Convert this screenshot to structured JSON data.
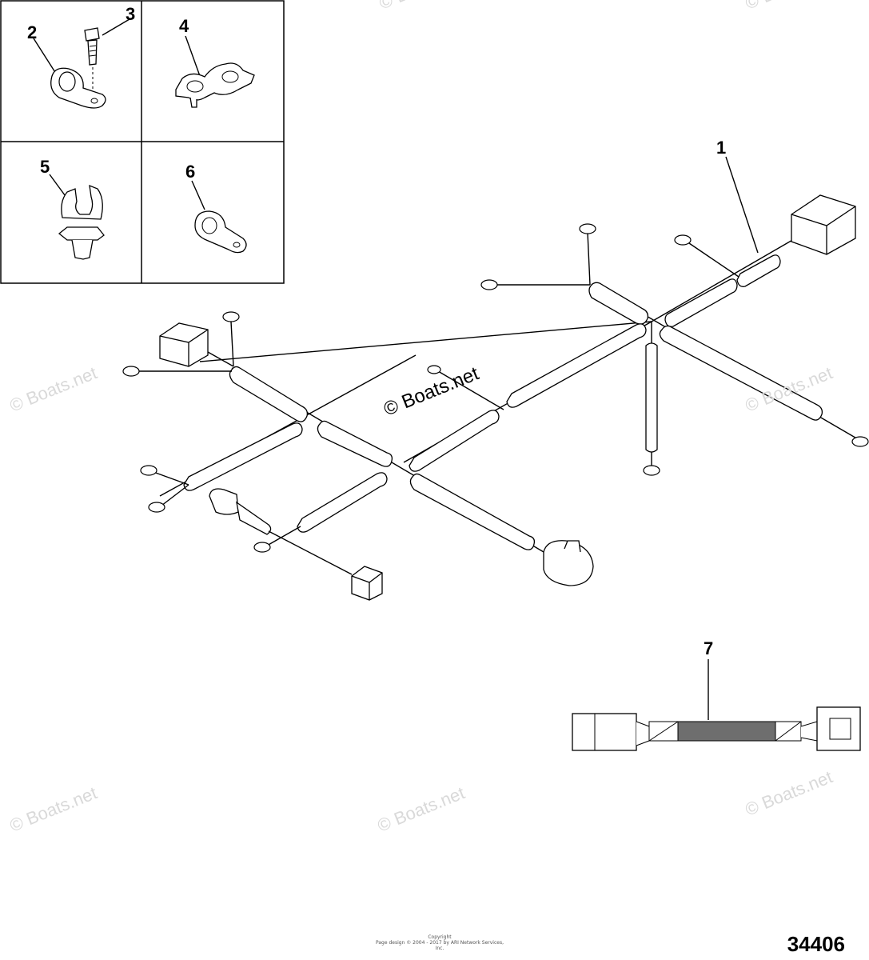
{
  "diagram": {
    "callouts": {
      "c1": "1",
      "c2": "2",
      "c3": "3",
      "c4": "4",
      "c5": "5",
      "c6": "6",
      "c7": "7"
    },
    "watermark": "© Boats.net",
    "figure_number": "34406",
    "copyright_line1": "Copyright",
    "copyright_line2": "Page design © 2004 - 2017 by ARI Network Services, Inc."
  }
}
